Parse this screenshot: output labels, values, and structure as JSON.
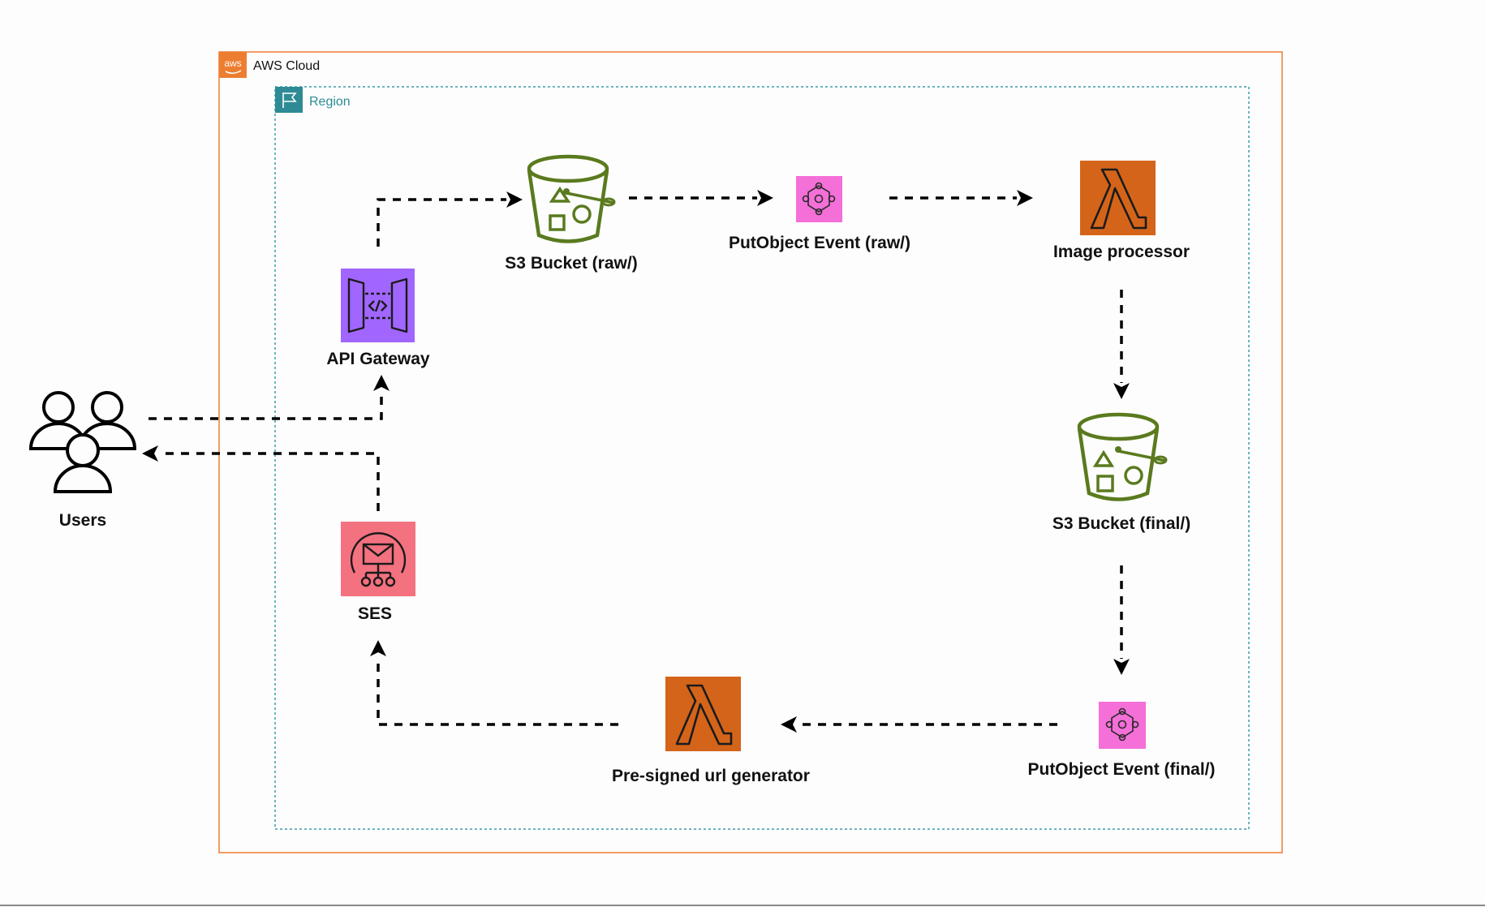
{
  "groups": {
    "aws_cloud": {
      "label": "AWS Cloud",
      "badge": "aws",
      "border_color": "#ED7D31",
      "badge_color": "#ED7D31"
    },
    "region": {
      "label": "Region",
      "border_color": "#3D9CA8",
      "icon": "flag-icon"
    }
  },
  "nodes": {
    "users": {
      "label": "Users",
      "icon": "users-icon"
    },
    "api_gateway": {
      "label": "API Gateway",
      "icon": "api-gateway-icon",
      "color": "#A166FF"
    },
    "s3_raw": {
      "label": "S3 Bucket (raw/)",
      "icon": "s3-bucket-icon",
      "color": "#5A7A1E"
    },
    "event_raw": {
      "label": "PutObject Event (raw/)",
      "icon": "eventbridge-icon",
      "color": "#F46FD8"
    },
    "image_processor": {
      "label": "Image processor",
      "icon": "lambda-icon",
      "color": "#D4641A"
    },
    "s3_final": {
      "label": "S3 Bucket (final/)",
      "icon": "s3-bucket-icon",
      "color": "#5A7A1E"
    },
    "event_final": {
      "label": "PutObject Event (final/)",
      "icon": "eventbridge-icon",
      "color": "#F46FD8"
    },
    "presigned_generator": {
      "label": "Pre-signed url generator",
      "icon": "lambda-icon",
      "color": "#D4641A"
    },
    "ses": {
      "label": "SES",
      "icon": "ses-icon",
      "color": "#F4717F"
    }
  },
  "edges": [
    {
      "from": "users",
      "to": "api_gateway"
    },
    {
      "from": "api_gateway",
      "to": "s3_raw"
    },
    {
      "from": "s3_raw",
      "to": "event_raw"
    },
    {
      "from": "event_raw",
      "to": "image_processor"
    },
    {
      "from": "image_processor",
      "to": "s3_final"
    },
    {
      "from": "s3_final",
      "to": "event_final"
    },
    {
      "from": "event_final",
      "to": "presigned_generator"
    },
    {
      "from": "presigned_generator",
      "to": "ses"
    },
    {
      "from": "ses",
      "to": "users"
    }
  ]
}
